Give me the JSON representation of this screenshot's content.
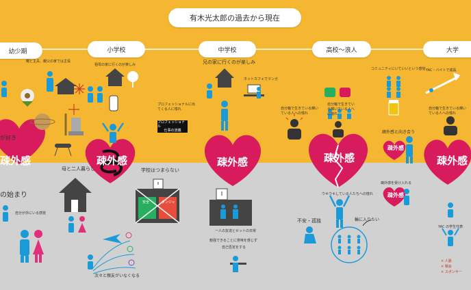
{
  "title": "有木光太郎の過去から現在",
  "eras": [
    "幼少期",
    "小学校",
    "中学校",
    "高校〜浪人",
    "大学"
  ],
  "heart_text": "疎外感",
  "early": {
    "cap1": "親と主夫、親父の家では主役",
    "loves": "が好き",
    "beginning": "の始まり",
    "cap2": "自分が外にいる感覚"
  },
  "elem": {
    "cap1": "祖母の家に行くのが楽しみ",
    "cap2": "プロフェッショナルに出てくる人に憧れ",
    "tv_line1": "プロフェッショナル",
    "tv_line2": "仕事の流儀",
    "single_mother": "母と二人暮らし",
    "boring": "学校はつまらない",
    "safe": "安全",
    "danger": "ダンジャ",
    "friends_leave": "次々と親友がいなくなる"
  },
  "jh": {
    "cap1": "兄の家に行くのが楽しみ",
    "net_cafe": "ネットカフェでマンガ",
    "cap3": "自分軸で生きている輝いている人への憧れ",
    "friend_set": "一人の友達とセットの日常",
    "study": "勉強できることに意味を感じず",
    "self_denial": "自己否定をする"
  },
  "hs": {
    "cap1": "自分軸で生きている輝いている人への憧れ",
    "cap2": "ウキウキしている人たちへの憧れ",
    "anxiety": "不安・孤独",
    "want_in": "輪に入りたい"
  },
  "univ": {
    "community": "コミュニティにいていいという感覚",
    "yac": "YAC・バイトで成長",
    "cap3": "自分軸で生きている輝いている人への憧れ",
    "face_alienation": "疎外感と向き合う",
    "accept": "疎外感を受け入れる",
    "yac_rep": "YAC の学生代表",
    "list": [
      "× 人脈",
      "× 場会",
      "× スポンサー"
    ]
  }
}
